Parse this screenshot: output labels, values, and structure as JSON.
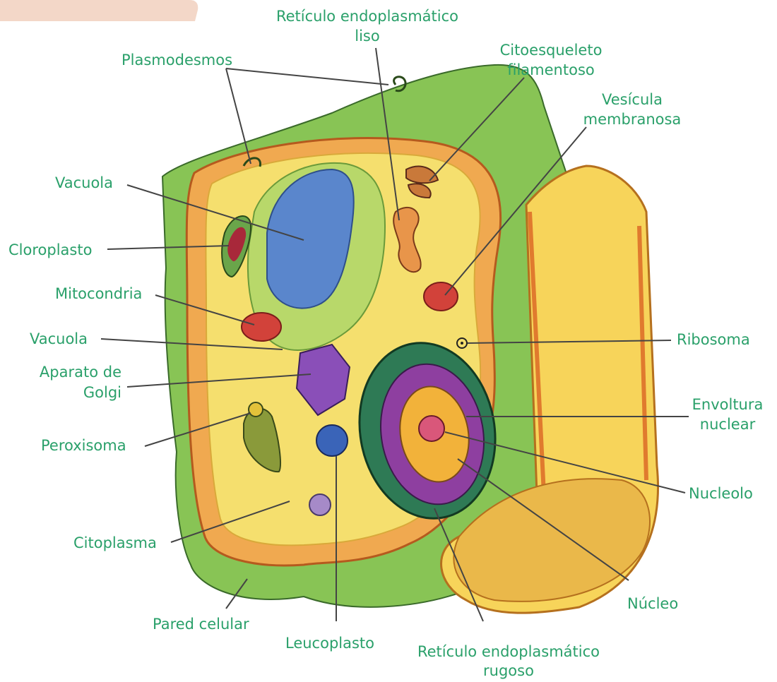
{
  "corner_title": "",
  "labels": {
    "plasmodesmos": "Plasmodesmos",
    "reticulo_liso_l1": "Retículo endoplasmático",
    "reticulo_liso_l2": "liso",
    "citoesqueleto_l1": "Citoesqueleto",
    "citoesqueleto_l2": "filamentoso",
    "vesicula_l1": "Vesícula",
    "vesicula_l2": "membranosa",
    "vacuola_top": "Vacuola",
    "cloroplasto": "Cloroplasto",
    "mitocondria": "Mitocondria",
    "vacuola_mid": "Vacuola",
    "aparato_l1": "Aparato de",
    "aparato_l2": "Golgi",
    "peroxisoma": "Peroxisoma",
    "citoplasma": "Citoplasma",
    "pared_celular": "Pared celular",
    "leucoplasto": "Leucoplasto",
    "reticulo_rugoso_l1": "Retículo endoplasmático",
    "reticulo_rugoso_l2": "rugoso",
    "nucleo": "Núcleo",
    "nucleolo": "Nucleolo",
    "envoltura_l1": "Envoltura",
    "envoltura_l2": "nuclear",
    "ribosoma": "Ribosoma"
  },
  "colors": {
    "label_text": "#2aa06a",
    "leader_line": "#444444",
    "outer_wall": "#7cc04a",
    "cell_wall": "#e07a2e",
    "cytoplasm": "#f7e06a",
    "vacuole": "#5a86cc",
    "nucleus_outer": "#2e7a55",
    "nucleus_ring": "#8e3fa0",
    "nucleolus": "#d9577a"
  }
}
